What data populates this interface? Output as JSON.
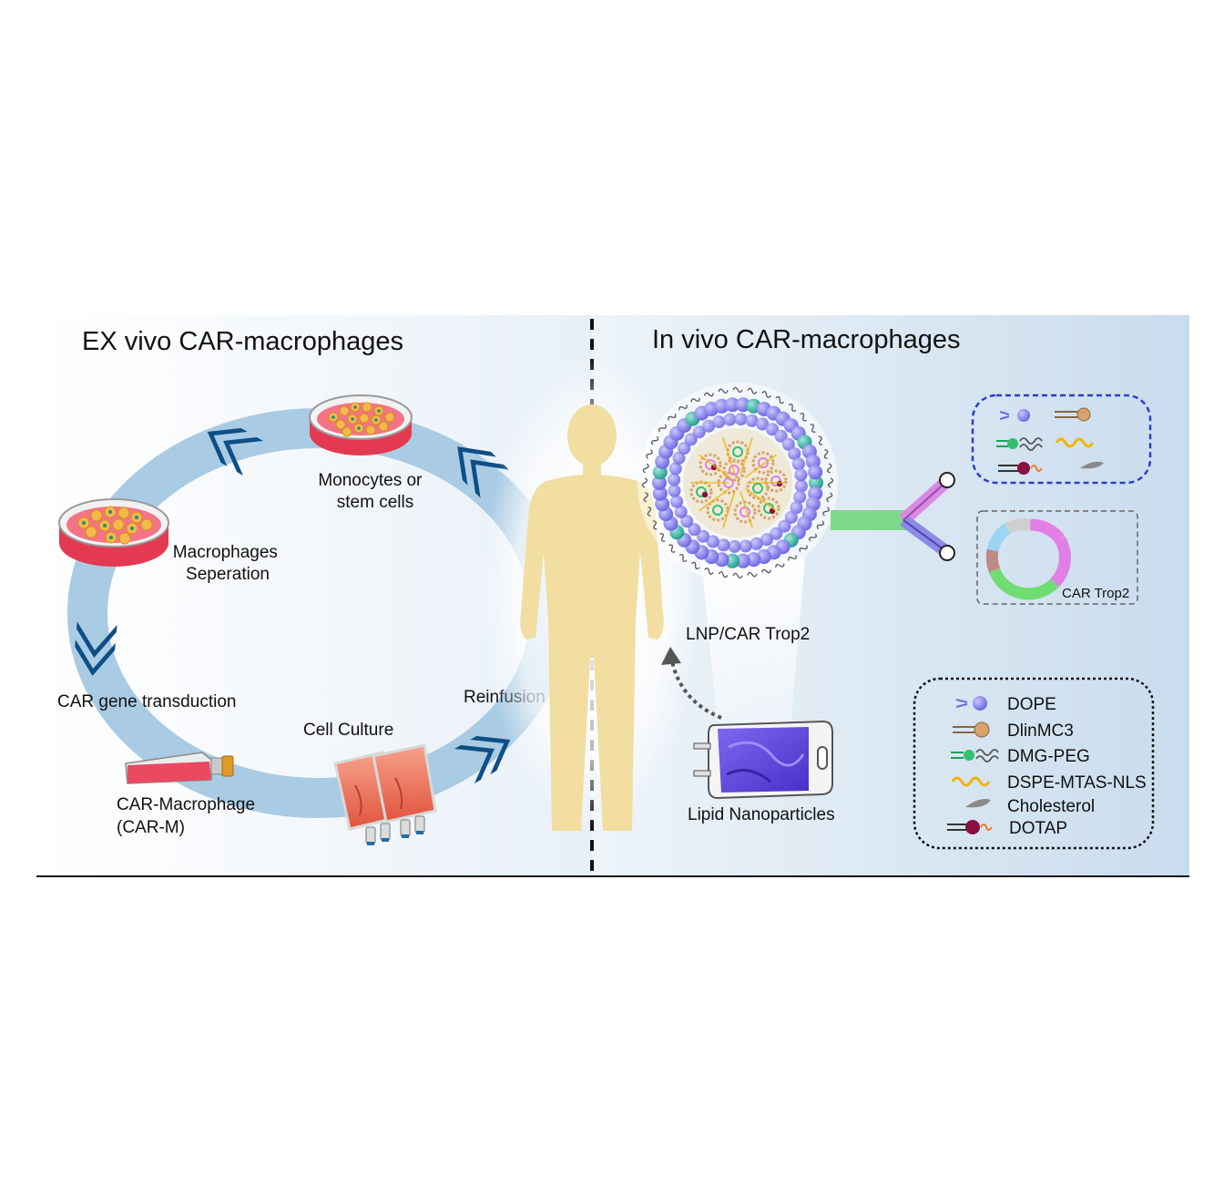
{
  "left_panel": {
    "title": "EX vivo CAR-macrophages",
    "cycle_steps": {
      "monocytes": [
        "Monocytes or",
        "stem cells"
      ],
      "macrophages": [
        "Macrophages",
        "Seperation"
      ],
      "transduction": "CAR gene transduction",
      "car_m": [
        "CAR-Macrophage",
        "(CAR-M)"
      ],
      "culture": "Cell Culture",
      "reinfusion": "Reinfusion"
    }
  },
  "right_panel": {
    "title": "In vivo CAR-macrophages",
    "lnp_label": "LNP/CAR Trop2",
    "bag_label": "Lipid Nanoparticles",
    "plasmid_label": "CAR Trop2",
    "legend": [
      {
        "icon": "dope-lipid-icon",
        "label": "DOPE",
        "color": "#8f8ef0"
      },
      {
        "icon": "dlinmc3-lipid-icon",
        "label": "DlinMC3",
        "color": "#c8935c"
      },
      {
        "icon": "dmg-peg-lipid-icon",
        "label": "DMG-PEG",
        "color": "#1fa05a"
      },
      {
        "icon": "dspe-mtas-nls-icon",
        "label": "DSPE-MTAS-NLS",
        "color": "#f0b400"
      },
      {
        "icon": "cholesterol-icon",
        "label": "Cholesterol",
        "color": "#8a8a8a"
      },
      {
        "icon": "dotap-lipid-icon",
        "label": "DOTAP",
        "color": "#8a1040"
      }
    ]
  },
  "colors": {
    "ring": "#a9cbe4",
    "chevron": "#0d4f86",
    "body": "#f1dea0",
    "lnp_shell": "#7f7ae8",
    "bag": "#6b50e0",
    "panel_right": "#d6e6f2"
  }
}
